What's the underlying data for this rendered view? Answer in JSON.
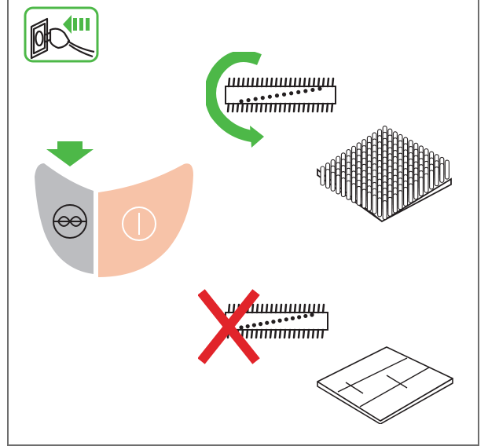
{
  "colors": {
    "green": "#4db848",
    "gray_button": "#bcbdc0",
    "salmon_button": "#f7c3a8",
    "red_cross": "#e1242a",
    "line": "#231f20"
  },
  "icons": {
    "unplug": "unplug-from-wall-socket-icon",
    "brush_mode": "brushroll-toggle-icon",
    "power": "power-symbol-icon"
  },
  "steps": [
    {
      "surface": "carpet",
      "brushroll": "rotating"
    },
    {
      "surface": "hard-floor",
      "brushroll": "off"
    }
  ]
}
